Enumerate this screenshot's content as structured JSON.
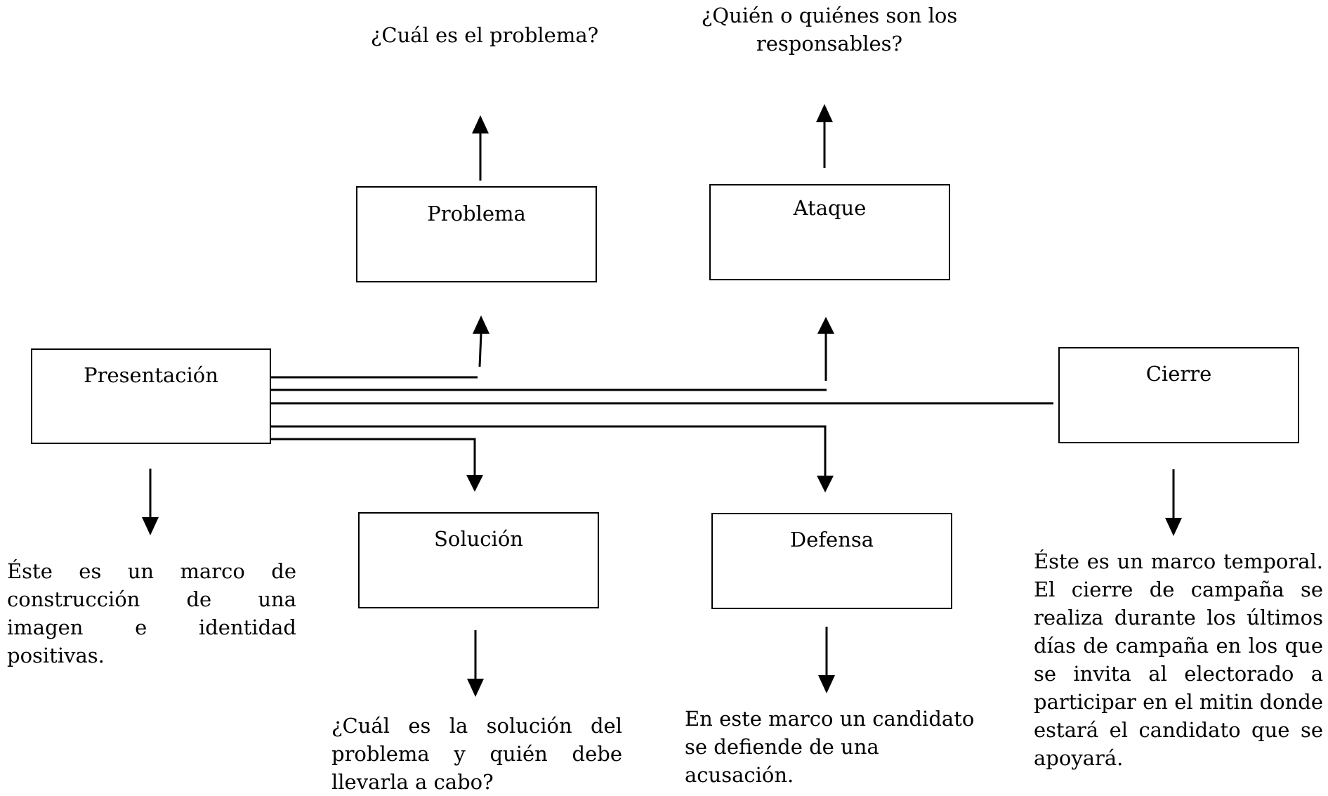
{
  "boxes": {
    "presentacion": "Presentación",
    "problema": "Problema",
    "ataque": "Ataque",
    "cierre": "Cierre",
    "solucion": "Solución",
    "defensa": "Defensa"
  },
  "notes": {
    "problema_question": "¿Cuál es el problema?",
    "ataque_question": "¿Quién o quiénes son los responsables?",
    "presentacion_desc": "Éste es un marco de construcción de una imagen e identidad positivas.",
    "solucion_question": "¿Cuál es la solución del problema y quién debe llevarla a cabo?",
    "defensa_desc": "En este marco un candidato se defiende de una acusación.",
    "cierre_desc": "Éste es un marco temporal. El cierre de campaña se realiza durante los últimos días de campaña en los que se invita al electorado a participar en el mitin donde estará el candidato que se apoyará."
  },
  "colors": {
    "ink": "#000000",
    "background": "#ffffff"
  }
}
